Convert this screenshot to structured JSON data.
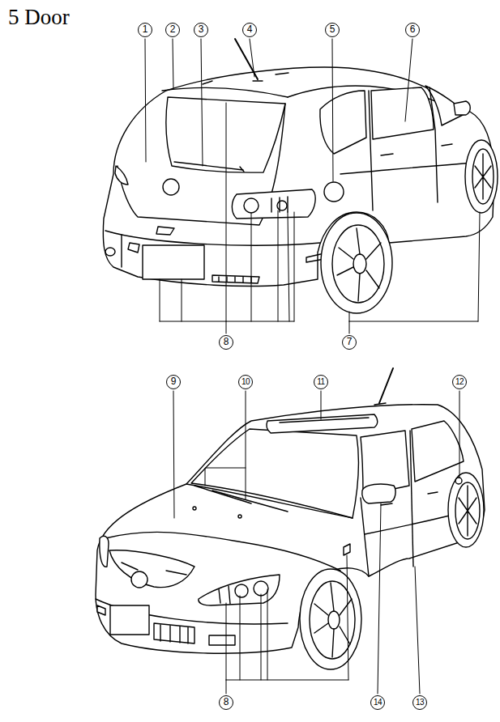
{
  "diagram": {
    "title": "5 Door",
    "labels": [
      "1",
      "2",
      "3",
      "4",
      "5",
      "6",
      "8",
      "7",
      "9",
      "10",
      "11",
      "12",
      "8",
      "14",
      "13"
    ]
  }
}
